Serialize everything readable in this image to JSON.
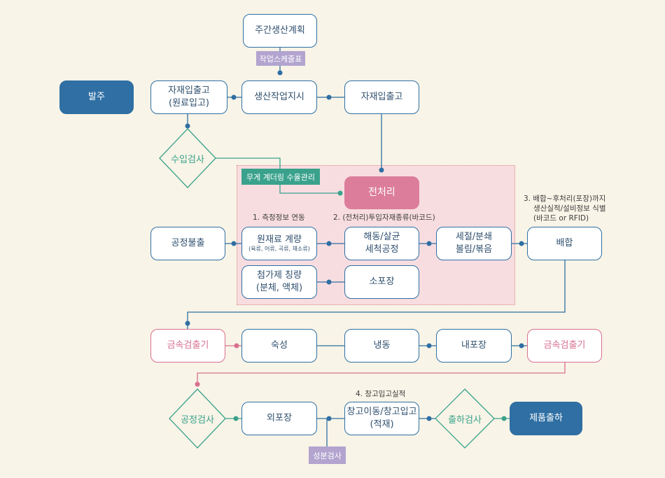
{
  "nodes": {
    "weekly_plan": "주간생산계획",
    "order": "발주",
    "material_in_raw_1": "자재입출고",
    "material_in_raw_2": "(원료입고)",
    "production_order": "생산작업지시",
    "material_in": "자재입출고",
    "preprocess": "전처리",
    "process_out": "공정불출",
    "raw_weighing": "원재료 계량",
    "raw_weighing_sub": "(육류, 어류, 곡류, 채소류)",
    "thaw_1": "해동/살균",
    "thaw_2": "세척공정",
    "cut_1": "세절/분쇄",
    "cut_2": "볼림/볶음",
    "mix": "배합",
    "additive_1": "첨가제 칭량",
    "additive_2": "(분체, 액체)",
    "small_pack": "소포장",
    "metal_1": "금속검출기",
    "aging": "숙성",
    "freezing": "냉동",
    "inner_pack": "내포장",
    "metal_2": "금속검출기",
    "outer_pack": "외포장",
    "warehouse_1": "창고이동/창고입고",
    "warehouse_2": "(적재)",
    "ship": "제품출하"
  },
  "diamonds": {
    "incoming_inspection": "수입검사",
    "process_inspection": "공정검사",
    "shipping_inspection": "출하검사"
  },
  "tags": {
    "work_schedule": "작업스케줄표",
    "weighing_system": "무게 계더링 수율관리",
    "component_inspection": "성분검사"
  },
  "notes": {
    "n1": "1. 측정정보 연동",
    "n2": "2. (전처리)투입자재종류(바코드)",
    "n3_line1": "3. 배합~후처리(포장)까지",
    "n3_line2": "생산실적/설비정보 식별",
    "n3_line3": "(바코드 or RFID)",
    "n4": "4. 창고입고실적"
  },
  "colors": {
    "background": "#f8f4e7",
    "blue": "#2f6fa3",
    "pink": "#d8708f",
    "green": "#3aa28c",
    "purple": "#b2a4cf",
    "zone": "#f8dde0"
  }
}
